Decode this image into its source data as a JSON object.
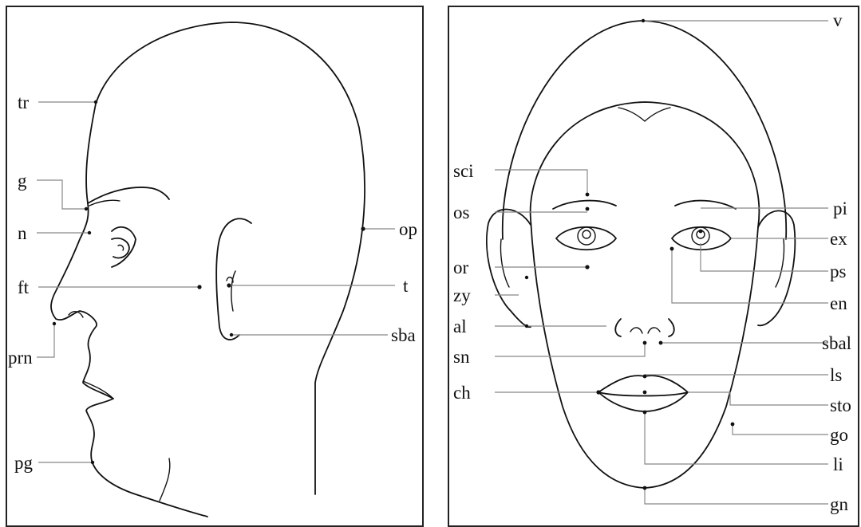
{
  "profile_view": {
    "labels": {
      "tr": "tr",
      "g": "g",
      "n": "n",
      "ft": "ft",
      "prn": "prn",
      "pg": "pg",
      "op": "op",
      "t": "t",
      "sba": "sba"
    }
  },
  "frontal_view": {
    "labels": {
      "v": "v",
      "sci": "sci",
      "os": "os",
      "or": "or",
      "zy": "zy",
      "al": "al",
      "sn": "sn",
      "ch": "ch",
      "pi": "pi",
      "ex": "ex",
      "ps": "ps",
      "en": "en",
      "sbal": "sbal",
      "ls": "ls",
      "sto": "sto",
      "go": "go",
      "li": "li",
      "gn": "gn"
    }
  },
  "colors": {
    "line": "#111111",
    "leader": "#888888",
    "background": "#ffffff"
  }
}
